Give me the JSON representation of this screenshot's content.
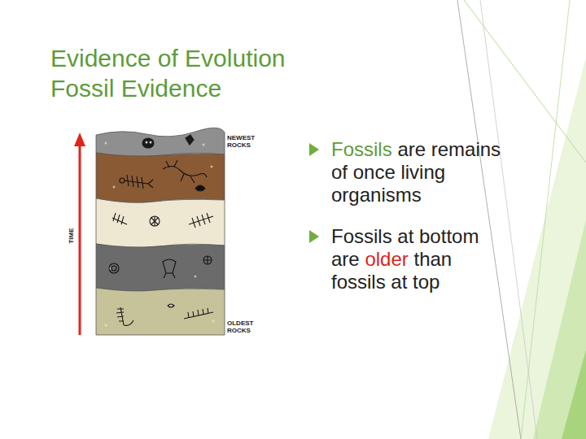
{
  "diagram": {
    "title": "Evidence of Evolution Fossil Evidence",
    "labels": [
      "NEWEST ROCKS",
      "TIME",
      "OLDEST ROCKS",
      "Fossils",
      "are remains of once living organisms",
      "Fossils at bottom are",
      "older",
      "than fossils at top"
    ]
  }
}
